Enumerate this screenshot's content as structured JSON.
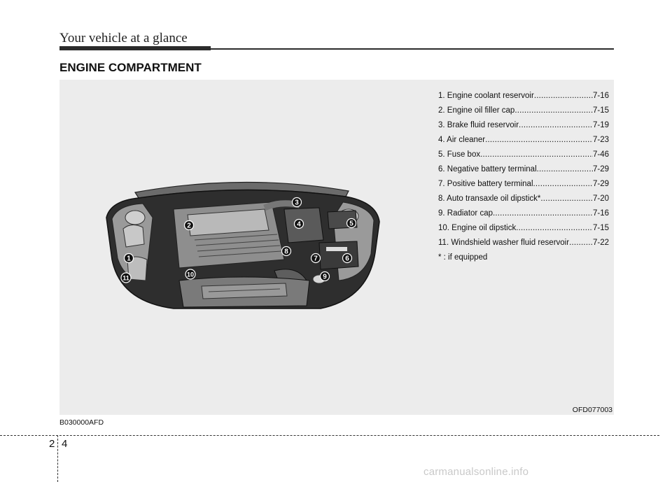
{
  "header": {
    "title": "Your vehicle at a glance"
  },
  "section": {
    "title": "ENGINE COMPARTMENT"
  },
  "legend": {
    "items": [
      {
        "label": "1. Engine coolant reservoir ",
        "page": "7-16"
      },
      {
        "label": "2. Engine oil filler cap",
        "page": "7-15"
      },
      {
        "label": "3. Brake fluid reservoir ",
        "page": "7-19"
      },
      {
        "label": "4. Air cleaner ",
        "page": "7-23"
      },
      {
        "label": "5. Fuse box ",
        "page": "7-46"
      },
      {
        "label": "6. Negative battery terminal",
        "page": "7-29"
      },
      {
        "label": "7. Positive battery terminal ",
        "page": "7-29"
      },
      {
        "label": "8. Auto transaxle oil dipstick* ",
        "page": "7-20"
      },
      {
        "label": "9. Radiator cap",
        "page": "7-16"
      },
      {
        "label": "10. Engine oil dipstick ",
        "page": "7-15"
      },
      {
        "label": "11. Windshield washer fluid reservoir ",
        "page": "7-22"
      }
    ],
    "note": "* : if equipped"
  },
  "figure": {
    "code": "OFD077003",
    "callouts": [
      "1",
      "2",
      "3",
      "4",
      "5",
      "6",
      "7",
      "8",
      "9",
      "10",
      "11"
    ]
  },
  "document": {
    "code": "B030000AFD"
  },
  "page": {
    "chapter": "2",
    "number": "4"
  },
  "watermark": "carmanualsonline.info"
}
